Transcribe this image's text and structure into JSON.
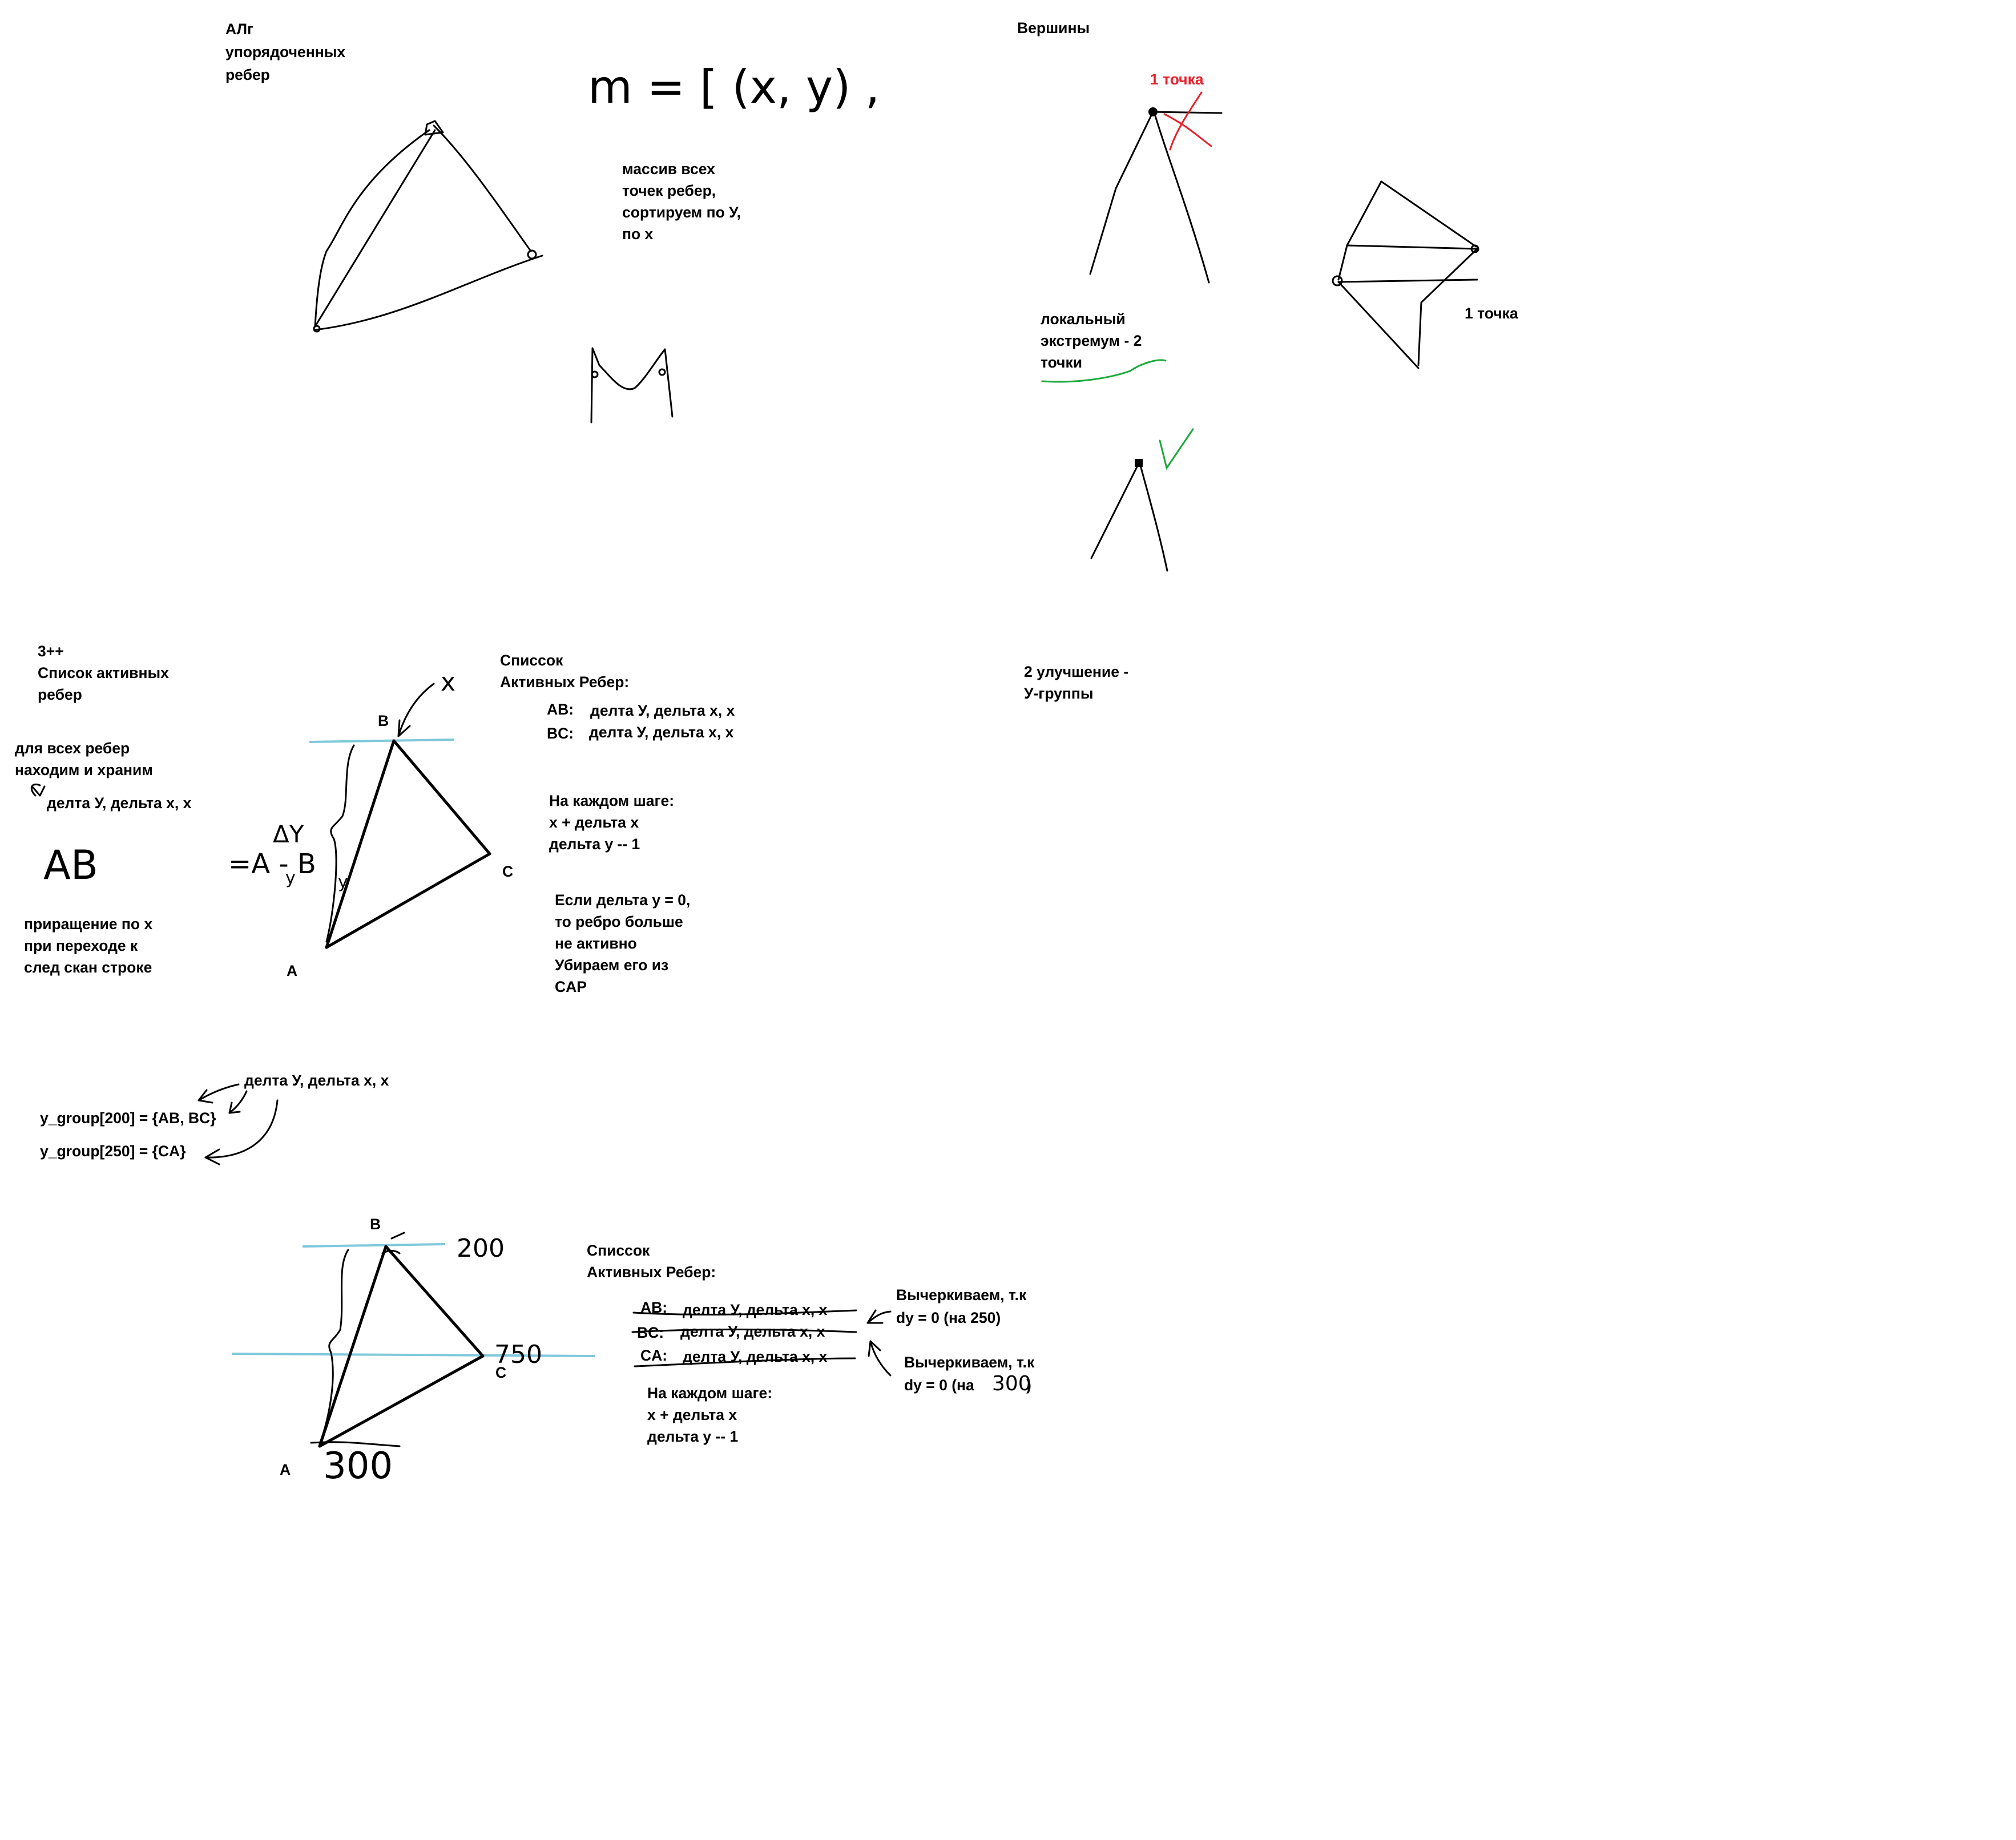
{
  "notes": {
    "alg_title": [
      "АЛг",
      "упорядоченных",
      "ребер"
    ],
    "formula": "m = [ (x, y) ,",
    "array_desc": [
      "массив всех",
      "точек ребер,",
      "сортируем по У,",
      "по x"
    ],
    "vertices_title": "Вершины",
    "one_point_red": "1 точка",
    "local_extremum": [
      "локальный",
      "экстремум - 2",
      "точки"
    ],
    "one_point": "1 точка",
    "section3_title": [
      "3++",
      "Список активных",
      "ребер"
    ],
    "for_all_edges": [
      "для всех ребер",
      "находим и храним"
    ],
    "delta_triple": "делта У, дельта x, x",
    "ab_hand": "AB",
    "increment": [
      "приращение по x",
      "при переходе к",
      "след скан строке"
    ],
    "dy_formula": "=A  - B",
    "dy_label": "ΔY",
    "sub_y": "y",
    "x_label": "x",
    "label_A": "A",
    "label_B": "B",
    "label_C": "C",
    "cap_title": [
      "Списcок",
      "Активных Ребер:"
    ],
    "cap_ab_prefix": "AB:",
    "cap_bc_prefix": "BC:",
    "cap_entry": "делта У, дельта x, x",
    "each_step": [
      "На каждом шаге:",
      "x + дельта x",
      "дельта y  -- 1"
    ],
    "if_dy_zero": [
      "Если дельта y = 0,",
      "то ребро больше",
      "не активно",
      "Убираем его из",
      "CAP"
    ],
    "improvement": [
      "2 улучшение -",
      "У-группы"
    ],
    "ygroup_note": "делта У, дельта x, x",
    "ygroup_lines": [
      "y_group[200] = {AB, BC}",
      "y_group[250] = {CA}"
    ],
    "num_200": "200",
    "num_250": "750",
    "num_300": "300",
    "cap2_title": [
      "Списcок",
      "Активных Ребер:"
    ],
    "cap2_prefixes": [
      "AB:",
      "BC:",
      "CA:"
    ],
    "cap2_entry": "делта У, дельта x, x",
    "each_step2": [
      "На каждом шаге:",
      "x + дельта x",
      "дельта y -- 1"
    ],
    "strike1": [
      "Вычеркиваем, т.к",
      "dy = 0 (на 250)"
    ],
    "strike2_a": "Вычеркиваем, т.к",
    "strike2_b": "dy = 0 (на",
    "strike2_num": "300",
    "strike2_c": ")"
  },
  "colors": {
    "ink": "#000000",
    "red": "#e8202a",
    "green": "#1aaa3a",
    "scanline": "#7fc8dc"
  }
}
